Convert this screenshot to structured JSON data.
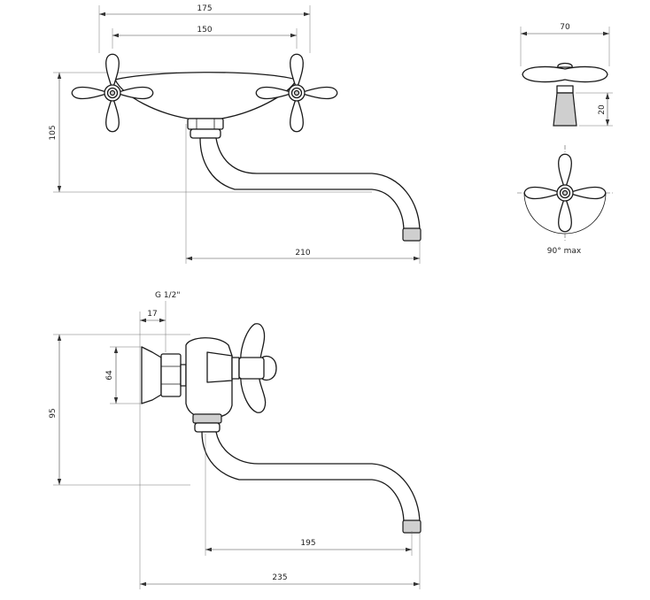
{
  "top_view": {
    "dim_175": "175",
    "dim_150": "150",
    "dim_105": "105",
    "dim_210": "210"
  },
  "handle_detail": {
    "dim_70": "70",
    "dim_20": "20",
    "rotation_label": "90° max"
  },
  "side_view": {
    "thread_label": "G 1/2\"",
    "dim_17": "17",
    "dim_64": "64",
    "dim_95": "95",
    "dim_195": "195",
    "dim_235": "235"
  }
}
